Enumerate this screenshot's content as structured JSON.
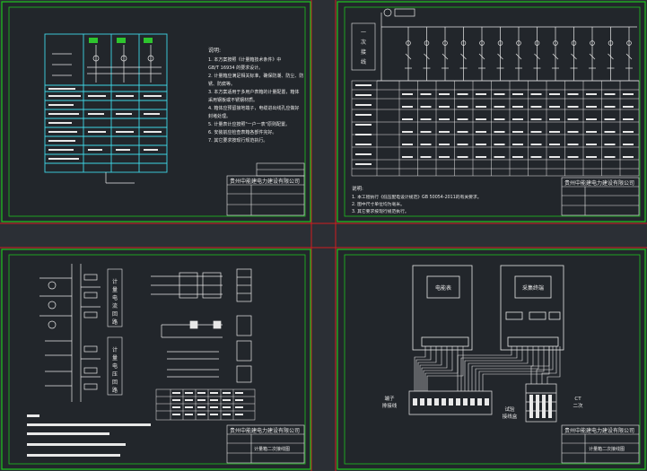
{
  "colors": {
    "background": "#2b2f35",
    "sheet": "#22262b",
    "border_green": "#1ec31e",
    "border_red": "#d01e1e",
    "line_white": "#e8e8e8",
    "cyan": "#3fd6e6",
    "green_fill": "#2ec52e",
    "yellow": "#d8d84a"
  },
  "sheets": [
    {
      "id": "sheet-1",
      "notes_title": "说明:",
      "notes": [
        "1. 本方案按照《计量箱技术条件》中",
        "   GB/T 16934 的要求设计。",
        "2. 计量箱应满足相关标准，确保防潮、防尘、防",
        "   锈、防腐等。",
        "3. 本方案适用于多用户表箱的计量配置，箱体",
        "   采用钢板或不锈钢材质。",
        "4. 箱体应预留接地端子，电缆进出线孔应做好",
        "   封堵处理。",
        "5. 计量表计应按照\"一户一表\"原则配置。",
        "6. 安装前应检查表箱各部件完好。",
        "7. 其它要求按现行规范执行。"
      ],
      "title_block": {
        "company": "贵州中能建电力建设有限公司",
        "drawing": ""
      }
    },
    {
      "id": "sheet-2",
      "side_label": "一次接线",
      "notes_title": "说明:",
      "notes": [
        "1. 本工程执行《低压配电设计规范》GB 50054-2011的有关要求。",
        "2. 图中尺寸单位均为毫米。",
        "3. 其它要求按现行规范执行。"
      ],
      "title_block": {
        "company": "贵州中能建电力建设有限公司",
        "drawing": ""
      }
    },
    {
      "id": "sheet-3",
      "label_1": "计量电流回路",
      "label_2": "计量电压回路",
      "title_block": {
        "company": "贵州中能建电力建设有限公司",
        "drawing": "计量箱二次接线图"
      }
    },
    {
      "id": "sheet-4",
      "box_1": "电能表",
      "box_2": "采集终端",
      "left_label": "端子\n排接线",
      "mid_label": "试验\n接线盒",
      "right_label": "CT\n二次",
      "title_block": {
        "company": "贵州中能建电力建设有限公司",
        "drawing": "计量箱二次接线图"
      }
    }
  ]
}
